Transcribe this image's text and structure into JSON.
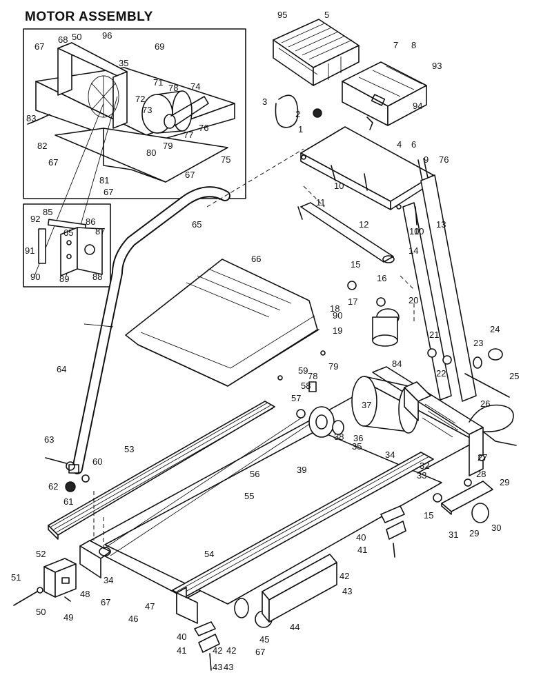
{
  "title": "MOTOR ASSEMBLY",
  "callouts": [
    "95",
    "5",
    "7",
    "8",
    "93",
    "94",
    "3",
    "2",
    "1",
    "4",
    "6",
    "9",
    "76",
    "10",
    "10",
    "11",
    "12",
    "13",
    "10",
    "14",
    "15",
    "16",
    "17",
    "18",
    "90",
    "19",
    "20",
    "21",
    "22",
    "23",
    "24",
    "25",
    "26",
    "27",
    "28",
    "29",
    "29",
    "30",
    "31",
    "32",
    "33",
    "15",
    "34",
    "35",
    "36",
    "37",
    "38",
    "79",
    "78",
    "84",
    "39",
    "55",
    "56",
    "53",
    "54",
    "60",
    "61",
    "62",
    "63",
    "64",
    "65",
    "66",
    "59",
    "58",
    "57",
    "51",
    "50",
    "52",
    "48",
    "49",
    "67",
    "34",
    "47",
    "46",
    "40",
    "41",
    "42",
    "43",
    "44",
    "45",
    "67",
    "40",
    "41",
    "42",
    "43",
    "42",
    "43",
    "68",
    "50",
    "96",
    "69",
    "67",
    "35",
    "71",
    "72",
    "73",
    "78",
    "74",
    "83",
    "82",
    "77",
    "76",
    "79",
    "80",
    "75",
    "67",
    "81",
    "67",
    "67",
    "85",
    "86",
    "92",
    "65",
    "87",
    "91",
    "89",
    "88",
    "90"
  ]
}
